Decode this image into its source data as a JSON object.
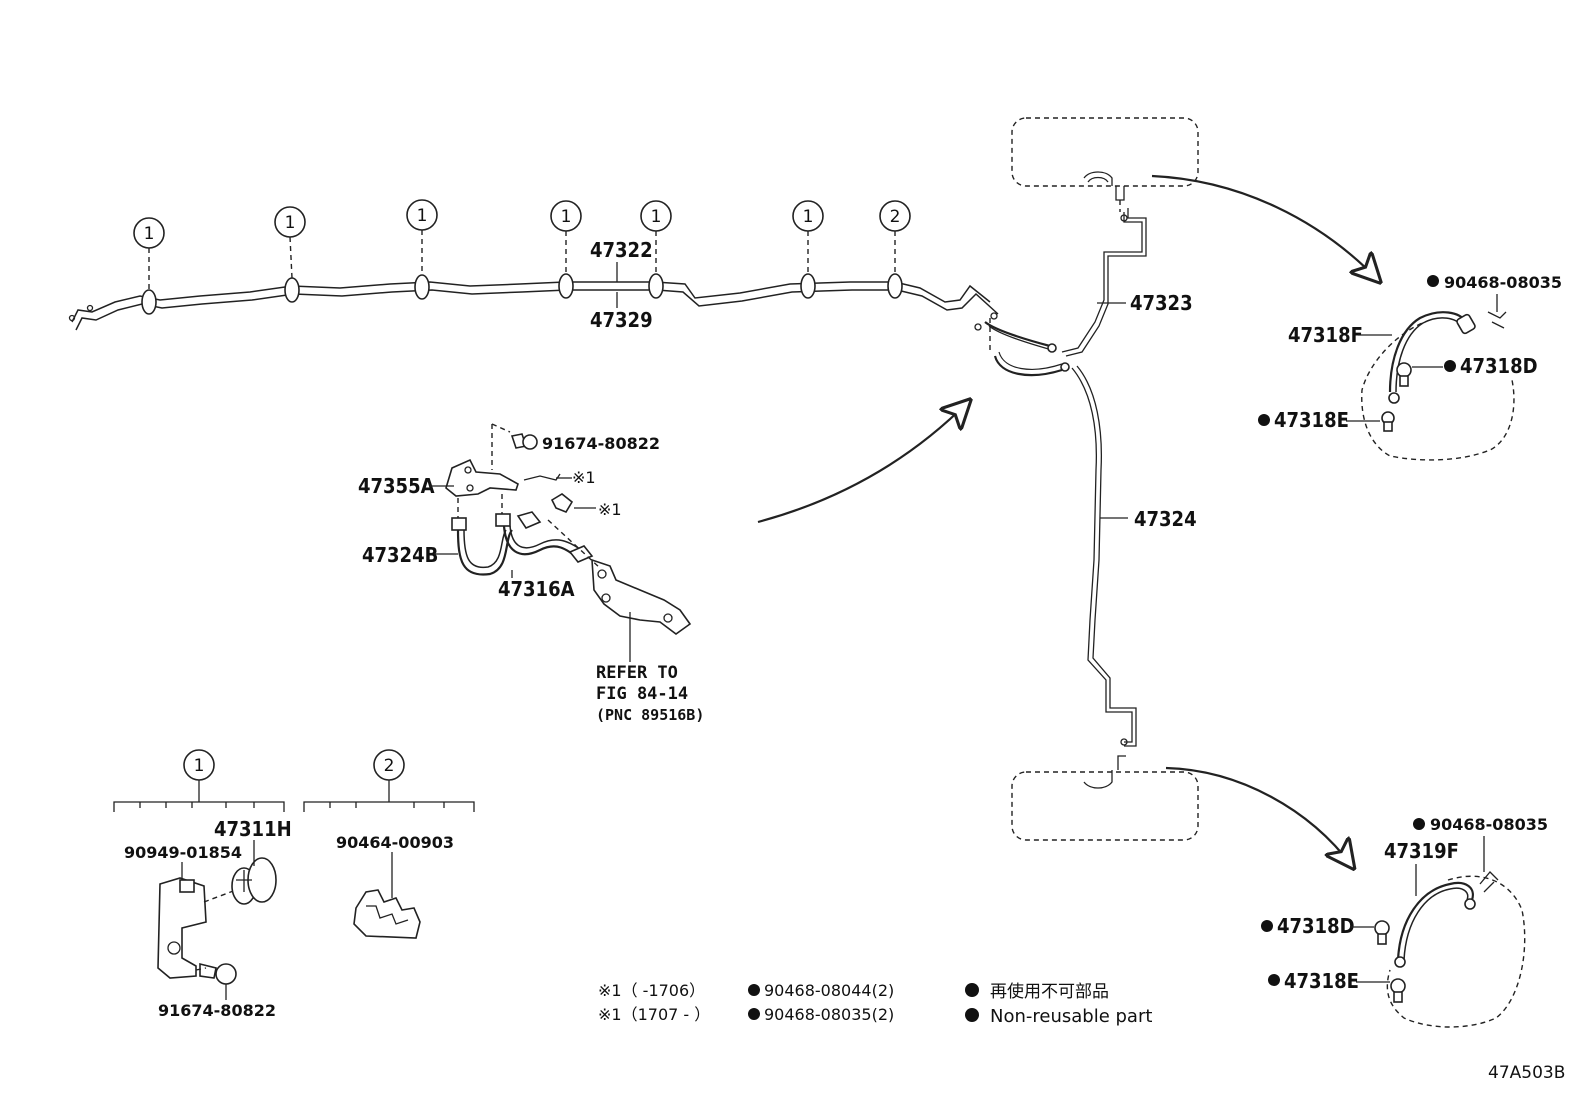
{
  "callouts": {
    "clamp_type_1": "1",
    "clamp_type_2": "2"
  },
  "parts": {
    "p47322": "47322",
    "p47329": "47329",
    "p47323": "47323",
    "p47324": "47324",
    "p91674_top": "91674-80822",
    "p47355A": "47355A",
    "note_x1_a": "※1",
    "note_x1_b": "※1",
    "p47324B": "47324B",
    "p47316A": "47316A",
    "p90468_top": "90468-08035",
    "p47318F": "47318F",
    "p47318D_top": "47318D",
    "p47318E_top": "47318E",
    "p90468_bottom": "90468-08035",
    "p47319F": "47319F",
    "p47318D_bottom": "47318D",
    "p47318E_bottom": "47318E",
    "p47311H": "47311H",
    "p90949": "90949-01854",
    "p91674_bottom": "91674-80822",
    "p90464": "90464-00903"
  },
  "refer": {
    "line1": "REFER TO",
    "line2": "FIG 84-14",
    "line3": "(PNC 89516B)"
  },
  "footnotes": {
    "row1_prefix": "※1（      -1706）",
    "row1_part": "90468-08044(2)",
    "row2_prefix": "※1（1707 -      ）",
    "row2_part": "90468-08035(2)",
    "legend_jp": "再使用不可部品",
    "legend_en": "Non-reusable part"
  },
  "figure_code": "47A503B"
}
